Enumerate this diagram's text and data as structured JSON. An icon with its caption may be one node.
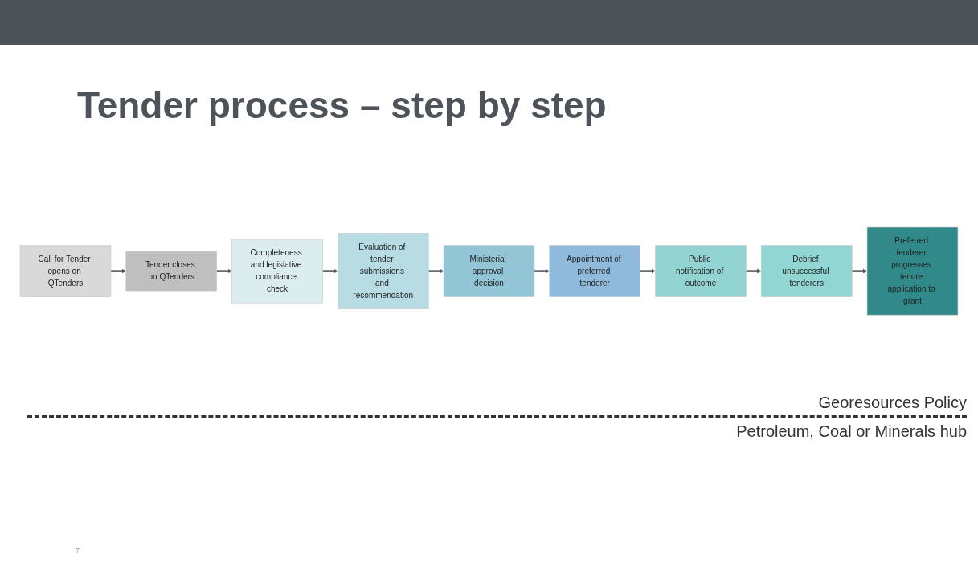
{
  "diagram": {
    "title": "Tender process – step by step",
    "nodes": [
      {
        "text": [
          "Call for Tender opens on QTenders"
        ]
      },
      {
        "text": [
          "Tender closes on QTenders"
        ]
      },
      {
        "text": [
          "Completeness and legislative compliance check"
        ]
      },
      {
        "text": [
          "Evaluation of tender submissions and recommendation"
        ]
      },
      {
        "text": [
          "Ministerial approval decision"
        ]
      },
      {
        "text": [
          "Appointment of preferred tenderer"
        ]
      },
      {
        "text": [
          "Public notification of outcome"
        ]
      },
      {
        "text": [
          "Debrief unsuccessful tenderers"
        ]
      },
      {
        "text": [
          "Preferred tenderer progresses tenure application to grant"
        ]
      }
    ],
    "edges": [
      {
        "from": 0,
        "to": 1,
        "arrow": "to"
      },
      {
        "from": 1,
        "to": 2,
        "arrow": "to"
      },
      {
        "from": 2,
        "to": 3,
        "arrow": "to"
      },
      {
        "from": 3,
        "to": 4,
        "arrow": "to"
      },
      {
        "from": 4,
        "to": 5,
        "arrow": "to"
      },
      {
        "from": 5,
        "to": 6,
        "arrow": "to"
      },
      {
        "from": 6,
        "to": 7,
        "arrow": "to"
      },
      {
        "from": 7,
        "to": 8,
        "arrow": "to"
      }
    ],
    "labels": [
      "Georesources Policy",
      "Petroleum, Coal or Minerals hub",
      "7"
    ]
  }
}
